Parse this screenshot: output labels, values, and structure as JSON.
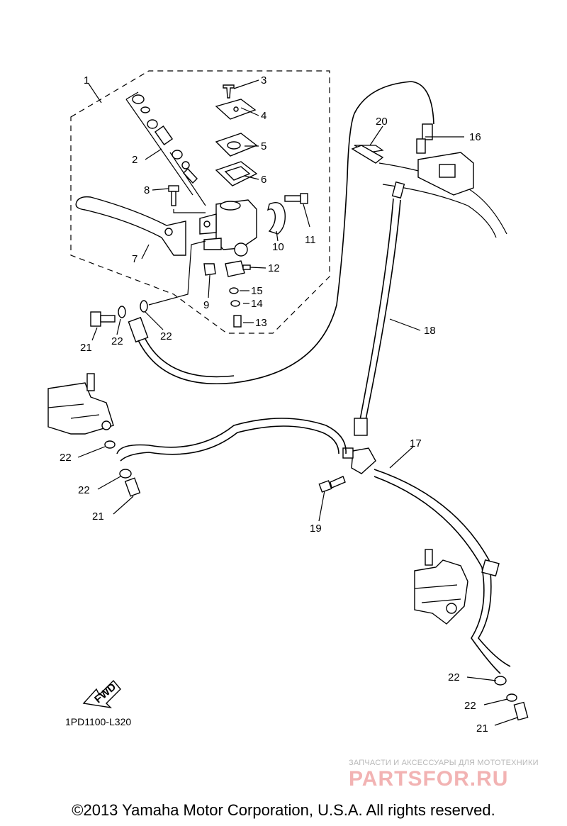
{
  "callouts": {
    "c1": "1",
    "c2": "2",
    "c3": "3",
    "c4": "4",
    "c5": "5",
    "c6": "6",
    "c7": "7",
    "c8": "8",
    "c9": "9",
    "c10": "10",
    "c11": "11",
    "c12": "12",
    "c13": "13",
    "c14": "14",
    "c15": "15",
    "c16": "16",
    "c17": "17",
    "c18": "18",
    "c19": "19",
    "c20": "20",
    "c21a": "21",
    "c21b": "21",
    "c21c": "21",
    "c22a": "22",
    "c22b": "22",
    "c22c": "22",
    "c22d": "22",
    "c22e": "22",
    "c22f": "22"
  },
  "fwd_label": "FWD",
  "part_code": "1PD1100-L320",
  "watermark": {
    "tagline": "ЗАПЧАСТИ И АКСЕССУАРЫ ДЛЯ МОТОТЕХНИКИ",
    "logo": "PARTSFOR.RU"
  },
  "copyright": "©2013 Yamaha Motor Corporation, U.S.A. All rights reserved."
}
